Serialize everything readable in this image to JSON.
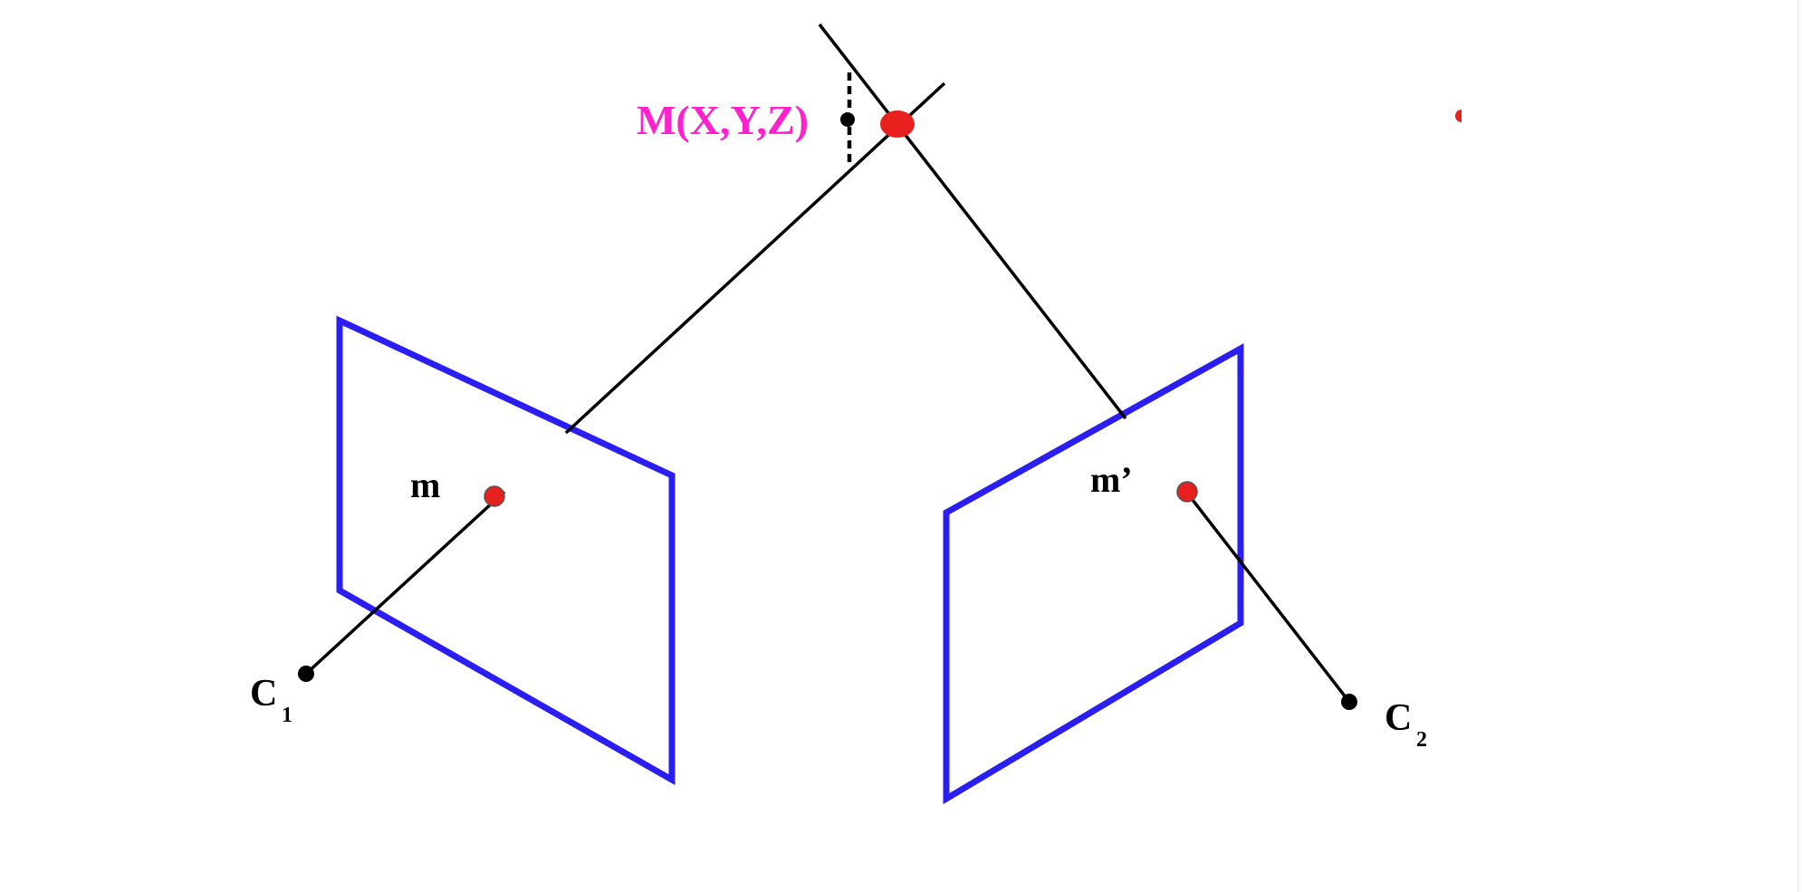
{
  "labels": {
    "point_3d": "M(X,Y,Z)",
    "proj_left": "m",
    "proj_right": "m’",
    "camera_left": "C",
    "camera_left_sub": "1",
    "camera_right": "C",
    "camera_right_sub": "2"
  },
  "colors": {
    "plane": "#2a1ff0",
    "ray": "#000000",
    "point": "#e8201e",
    "point_label": "#ff22cc",
    "text": "#000000"
  }
}
